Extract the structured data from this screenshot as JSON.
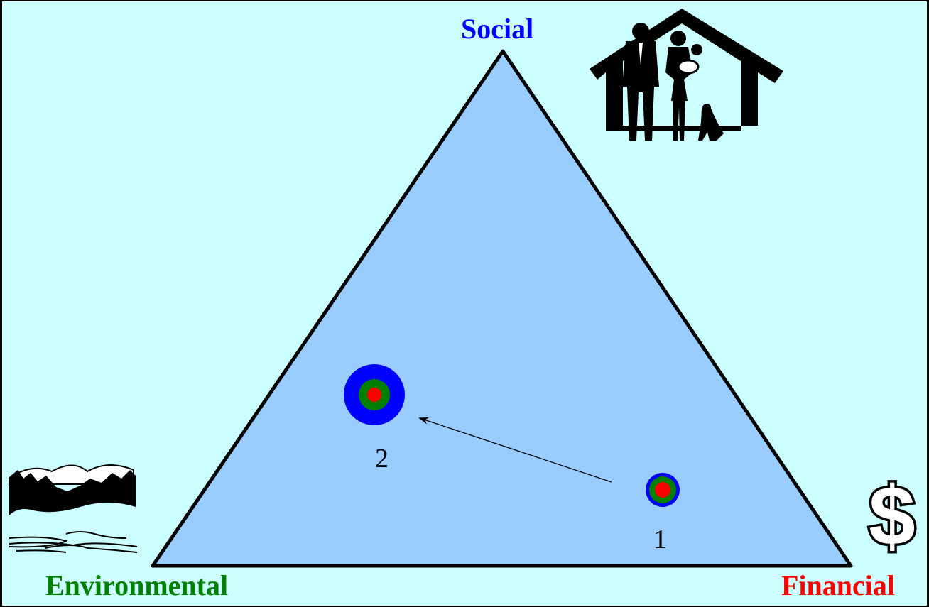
{
  "vertices": {
    "top": {
      "label": "Social",
      "color": "#0000ff"
    },
    "left": {
      "label": "Environmental",
      "color": "#008000"
    },
    "right": {
      "label": "Financial",
      "color": "#ff0000"
    }
  },
  "triangle_fill": "#99ccff",
  "background": "#ccffff",
  "points": [
    {
      "id": "1",
      "label": "1",
      "rings": [
        "#0000ff",
        "#008000",
        "#ff0000"
      ]
    },
    {
      "id": "2",
      "label": "2",
      "rings": [
        "#0000ff",
        "#008000",
        "#ff0000"
      ]
    }
  ],
  "arrow": {
    "from": "1",
    "to": "2"
  },
  "icons": {
    "social": "family-house-icon",
    "environmental": "landscape-river-icon",
    "financial": "dollar-sign-icon"
  }
}
